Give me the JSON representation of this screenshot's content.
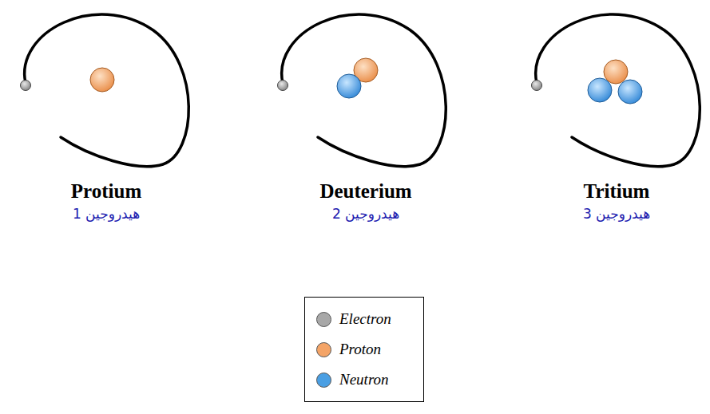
{
  "diagram": {
    "labels": [
      "Protium",
      "هيدروجين 1",
      "Deuterium",
      "هيدروجين 2",
      "Tritium",
      "هيدروجين 3"
    ],
    "legend": [
      {
        "text": "Electron",
        "color": "#a8a8a8"
      },
      {
        "text": "Proton",
        "color": "#f4a467"
      },
      {
        "text": "Neutron",
        "color": "#4a9fe3"
      }
    ]
  }
}
